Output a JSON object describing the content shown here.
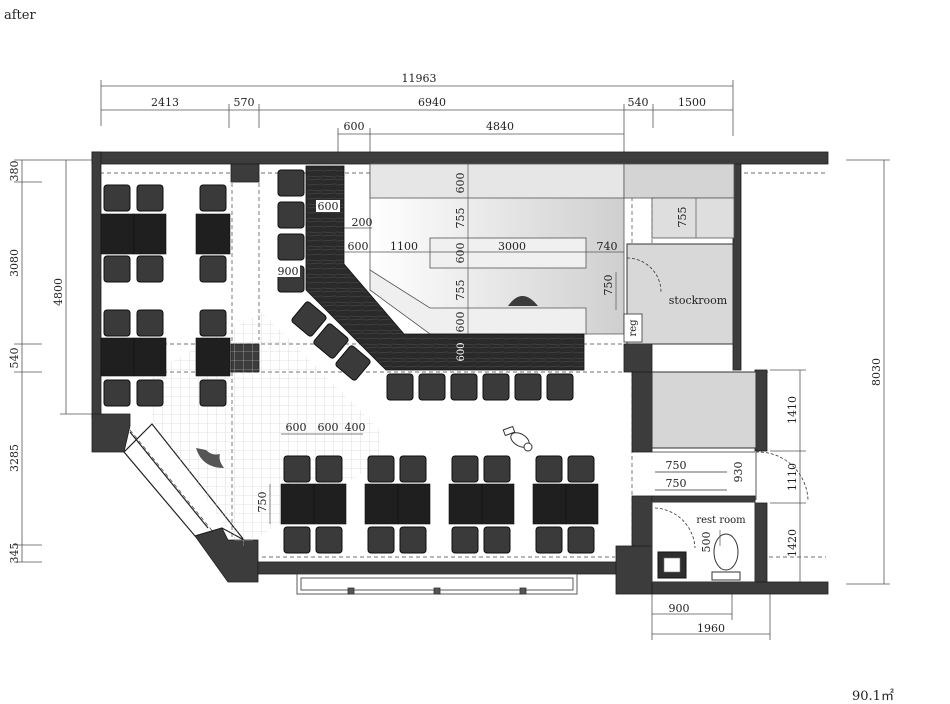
{
  "title": "after",
  "area": "90.1㎡",
  "rooms": {
    "stockroom": "stockroom",
    "restroom": "rest room",
    "register": "reg"
  },
  "dims": {
    "top_total": "11963",
    "top_1": "2413",
    "top_2": "570",
    "top_3": "6940",
    "top_4": "540",
    "top_5": "1500",
    "top2_a": "600",
    "top2_b": "4840",
    "left_1": "380",
    "left_2": "3080",
    "left_3": "540",
    "left_4": "3285",
    "left_5": "345",
    "left_total": "4800",
    "right_total": "8030",
    "right_1": "1410",
    "right_2": "1110",
    "right_3": "1420",
    "bottom_1": "900",
    "bottom_2": "1960",
    "counter_600": "600",
    "counter_900": "900",
    "counter_200": "200",
    "kitchen_600_a": "600",
    "kitchen_1100": "1100",
    "kitchen_3000": "3000",
    "kitchen_740": "740",
    "kitchen_750": "750",
    "kitchen_755_right": "755",
    "vert_600_a": "600",
    "vert_755_a": "755",
    "vert_600_b": "600",
    "vert_755_b": "755",
    "vert_600_c": "600",
    "vert_600_d": "600",
    "table_600_a": "600",
    "table_600_b": "600",
    "table_400": "400",
    "table_750": "750",
    "hall_750_a": "750",
    "hall_750_b": "750",
    "hall_930": "930",
    "toilet_500": "500"
  }
}
